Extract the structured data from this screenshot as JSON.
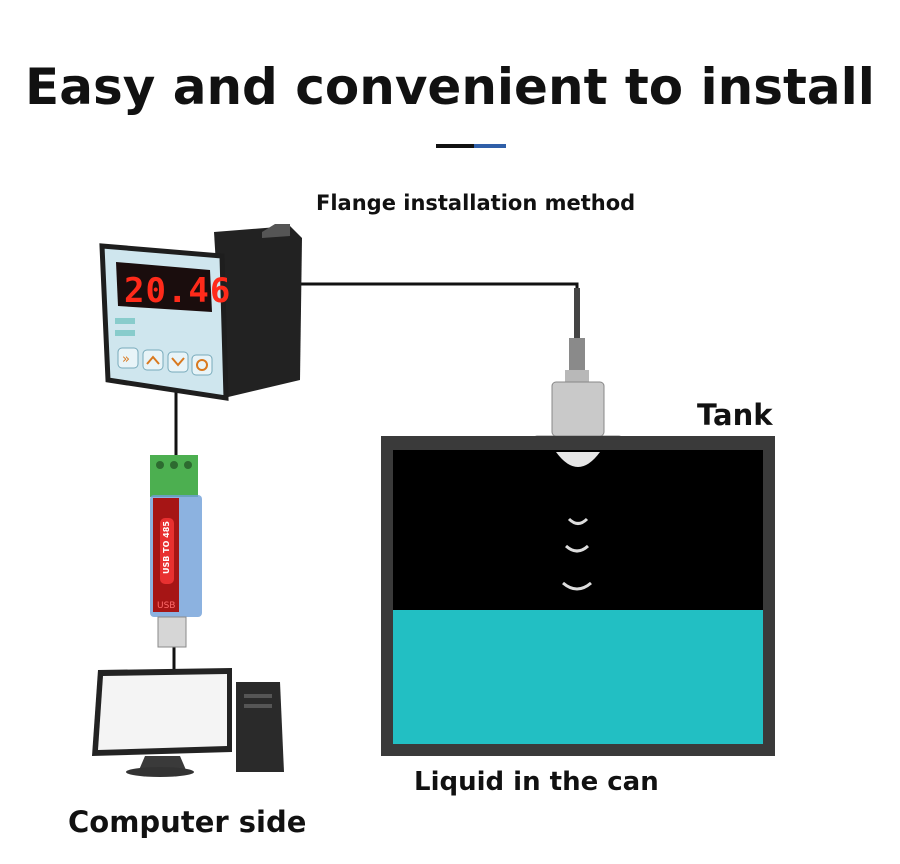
{
  "header": {
    "title": "Easy and convenient to install"
  },
  "labels": {
    "flange": "Flange installation method",
    "tank": "Tank",
    "liquid": "Liquid in the can",
    "computer": "Computer side"
  },
  "controller": {
    "display_value": "20.46",
    "button_icons": [
      "double-chevron-right-icon",
      "chevron-up-icon",
      "chevron-down-icon",
      "reset-icon"
    ]
  },
  "converter": {
    "label": "USB TO 485",
    "usb_text": "USB"
  },
  "colors": {
    "accent_dark": "#111111",
    "accent_blue": "#2f5fa8",
    "liquid": "#22bfc3",
    "tank_frame": "#3a3a3a",
    "display_red": "#ff2a1a"
  }
}
